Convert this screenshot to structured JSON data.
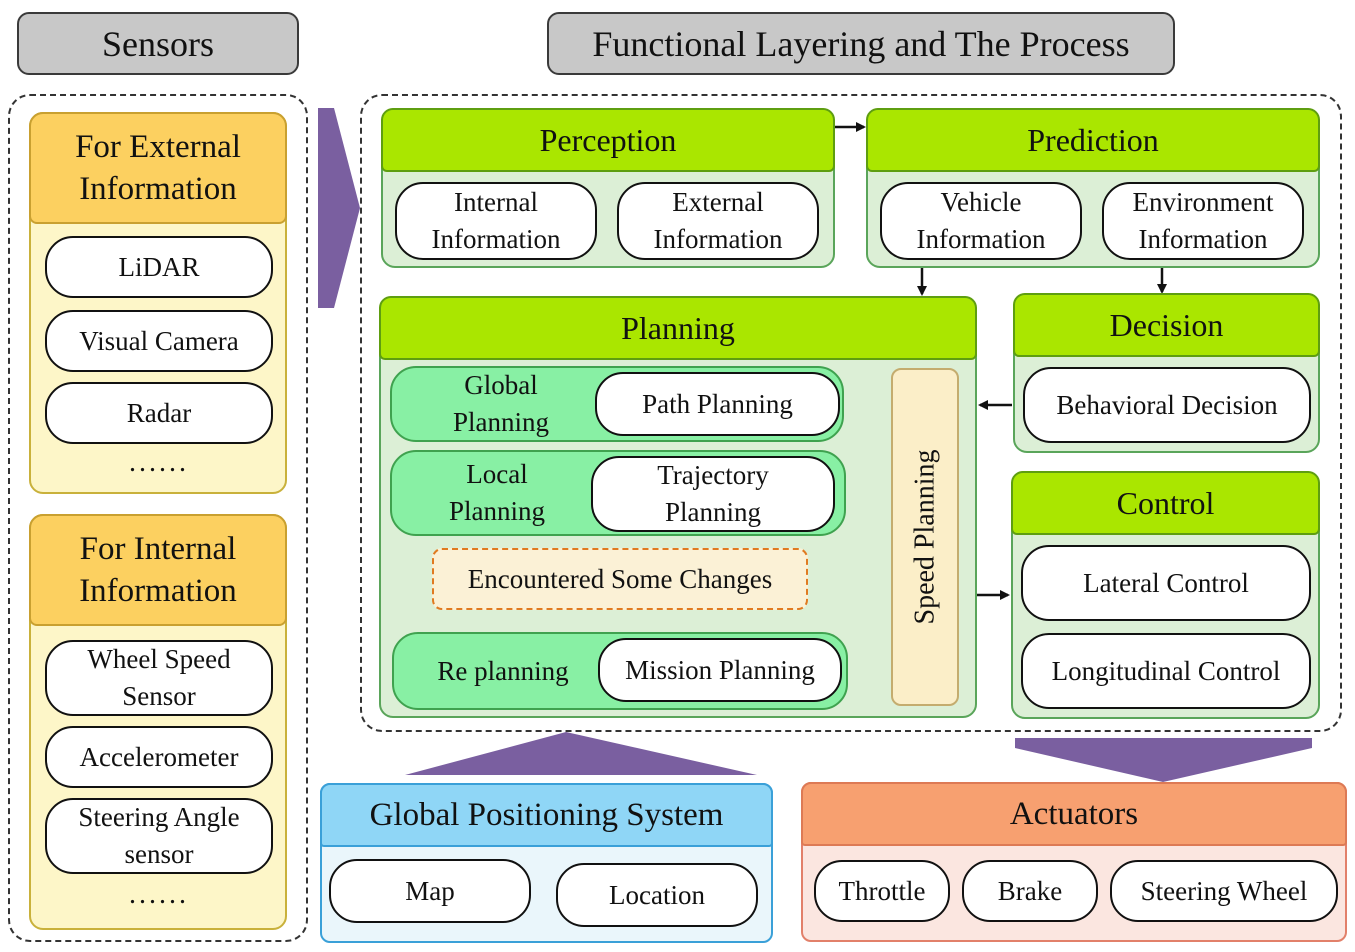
{
  "headers": {
    "sensors": "Sensors",
    "functional": "Functional Layering and The Process"
  },
  "external": {
    "title_1": "For External",
    "title_2": "Information",
    "items": [
      "LiDAR",
      "Visual Camera",
      "Radar"
    ],
    "more": "......"
  },
  "internal": {
    "title_1": "For Internal",
    "title_2": "Information",
    "wheel_1": "Wheel Speed",
    "wheel_2": "Sensor",
    "accelerometer": "Accelerometer",
    "steering_1": "Steering Angle",
    "steering_2": "sensor",
    "more": "......"
  },
  "perception": {
    "title": "Perception",
    "internal_1": "Internal",
    "internal_2": "Information",
    "external_1": "External",
    "external_2": "Information"
  },
  "prediction": {
    "title": "Prediction",
    "vehicle_1": "Vehicle",
    "vehicle_2": "Information",
    "env_1": "Environment",
    "env_2": "Information"
  },
  "planning": {
    "title": "Planning",
    "global_1": "Global",
    "global_2": "Planning",
    "path": "Path Planning",
    "local_1": "Local",
    "local_2": "Planning",
    "traj_1": "Trajectory",
    "traj_2": "Planning",
    "changes": "Encountered Some Changes",
    "replanning": "Re planning",
    "mission": "Mission Planning",
    "speed": "Speed Planning"
  },
  "decision": {
    "title": "Decision",
    "behavioral": "Behavioral Decision"
  },
  "control": {
    "title": "Control",
    "lateral": "Lateral Control",
    "longitudinal": "Longitudinal Control"
  },
  "gps": {
    "title": "Global Positioning System",
    "map": "Map",
    "location": "Location"
  },
  "actuators": {
    "title": "Actuators",
    "throttle": "Throttle",
    "brake": "Brake",
    "steering": "Steering Wheel"
  },
  "colors": {
    "purple_arrow": "#7a5fa0",
    "green_header": "#aae600",
    "orange_header": "#fcd060",
    "gps_header": "#8fd6f6",
    "actuator_header": "#f7a070"
  }
}
